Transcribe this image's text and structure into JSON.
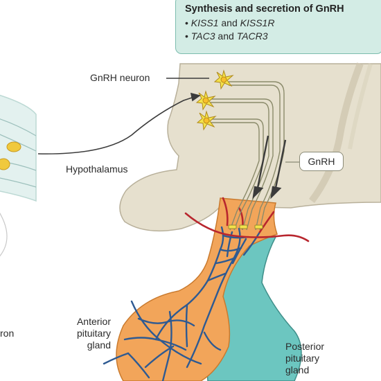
{
  "info_box": {
    "title": "Synthesis and secretion of GnRH",
    "items": [
      {
        "bullet": "•",
        "part1": "KISS1",
        "middle": " and ",
        "part2": "KISS1R"
      },
      {
        "bullet": "•",
        "part1": "TAC3",
        "middle": " and ",
        "part2": "TACR3"
      }
    ]
  },
  "labels": {
    "gnrh_neuron": "GnRH neuron",
    "hypothalamus": "Hypothalamus",
    "gnrh": "GnRH",
    "anterior": [
      "Anterior",
      "pituitary",
      "gland"
    ],
    "posterior": [
      "Posterior",
      "pituitary",
      "gland"
    ],
    "cut_left": "ron"
  },
  "colors": {
    "hypothalamus_fill": "#e6e0ce",
    "hypothalamus_shade": "#cfc7b0",
    "anterior_fill": "#f2a55a",
    "posterior_fill": "#6cc6c0",
    "artery": "#b8262e",
    "portal_vessels": "#2e5a92",
    "neuron": "#f3e24b",
    "info_box_bg": "#d3ece5"
  }
}
